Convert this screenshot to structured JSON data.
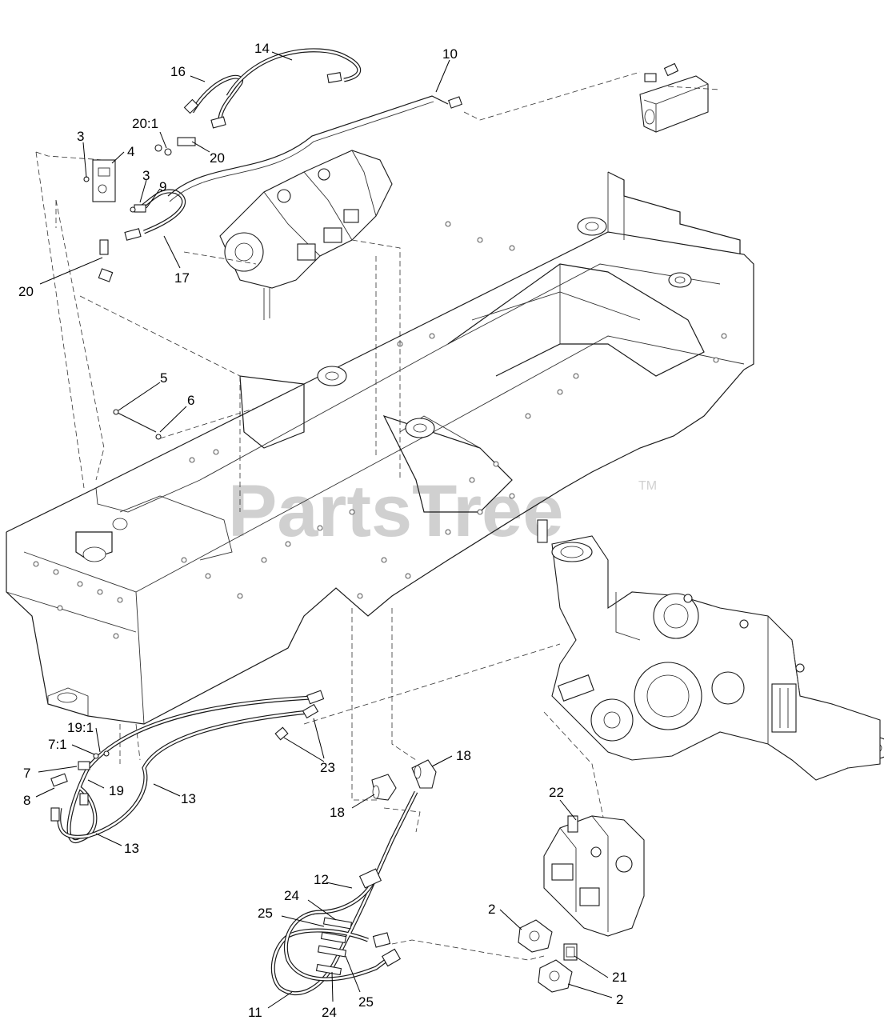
{
  "watermark": {
    "text": "PartsTree",
    "trademark": "TM"
  },
  "callouts": [
    {
      "id": "c-14",
      "label": "14"
    },
    {
      "id": "c-16",
      "label": "16"
    },
    {
      "id": "c-10",
      "label": "10"
    },
    {
      "id": "c-20-1",
      "label": "20:1"
    },
    {
      "id": "c-3a",
      "label": "3"
    },
    {
      "id": "c-4",
      "label": "4"
    },
    {
      "id": "c-20a",
      "label": "20"
    },
    {
      "id": "c-3b",
      "label": "3"
    },
    {
      "id": "c-9",
      "label": "9"
    },
    {
      "id": "c-17",
      "label": "17"
    },
    {
      "id": "c-20b",
      "label": "20"
    },
    {
      "id": "c-5",
      "label": "5"
    },
    {
      "id": "c-6",
      "label": "6"
    },
    {
      "id": "c-19-1",
      "label": "19:1"
    },
    {
      "id": "c-7-1",
      "label": "7:1"
    },
    {
      "id": "c-7",
      "label": "7"
    },
    {
      "id": "c-19",
      "label": "19"
    },
    {
      "id": "c-8",
      "label": "8"
    },
    {
      "id": "c-13a",
      "label": "13"
    },
    {
      "id": "c-13b",
      "label": "13"
    },
    {
      "id": "c-23",
      "label": "23"
    },
    {
      "id": "c-18a",
      "label": "18"
    },
    {
      "id": "c-18b",
      "label": "18"
    },
    {
      "id": "c-22",
      "label": "22"
    },
    {
      "id": "c-12",
      "label": "12"
    },
    {
      "id": "c-24a",
      "label": "24"
    },
    {
      "id": "c-25a",
      "label": "25"
    },
    {
      "id": "c-2a",
      "label": "2"
    },
    {
      "id": "c-21",
      "label": "21"
    },
    {
      "id": "c-2b",
      "label": "2"
    },
    {
      "id": "c-11",
      "label": "11"
    },
    {
      "id": "c-24b",
      "label": "24"
    },
    {
      "id": "c-25b",
      "label": "25"
    }
  ]
}
